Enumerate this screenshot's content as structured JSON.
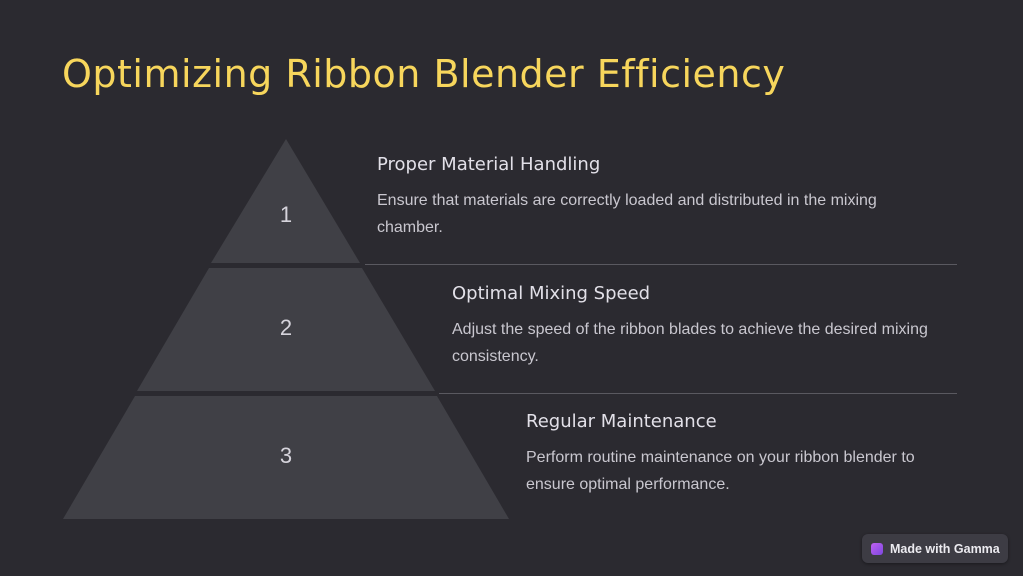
{
  "title": "Optimizing Ribbon Blender Efficiency",
  "levels": [
    {
      "number": "1",
      "heading": "Proper Material Handling",
      "text": "Ensure that materials are correctly loaded and distributed in the mixing chamber."
    },
    {
      "number": "2",
      "heading": "Optimal Mixing Speed",
      "text": "Adjust the speed of the ribbon blades to achieve the desired mixing consistency."
    },
    {
      "number": "3",
      "heading": "Regular Maintenance",
      "text": "Perform routine maintenance on your ribbon blender to ensure optimal performance."
    }
  ],
  "badge": {
    "label": "Made with Gamma",
    "icon": "gamma-logo-icon"
  },
  "colors": {
    "background": "#2b2a30",
    "title": "#f7d65c",
    "pyramid_fill": "#404046",
    "divider": "#5a5960"
  }
}
